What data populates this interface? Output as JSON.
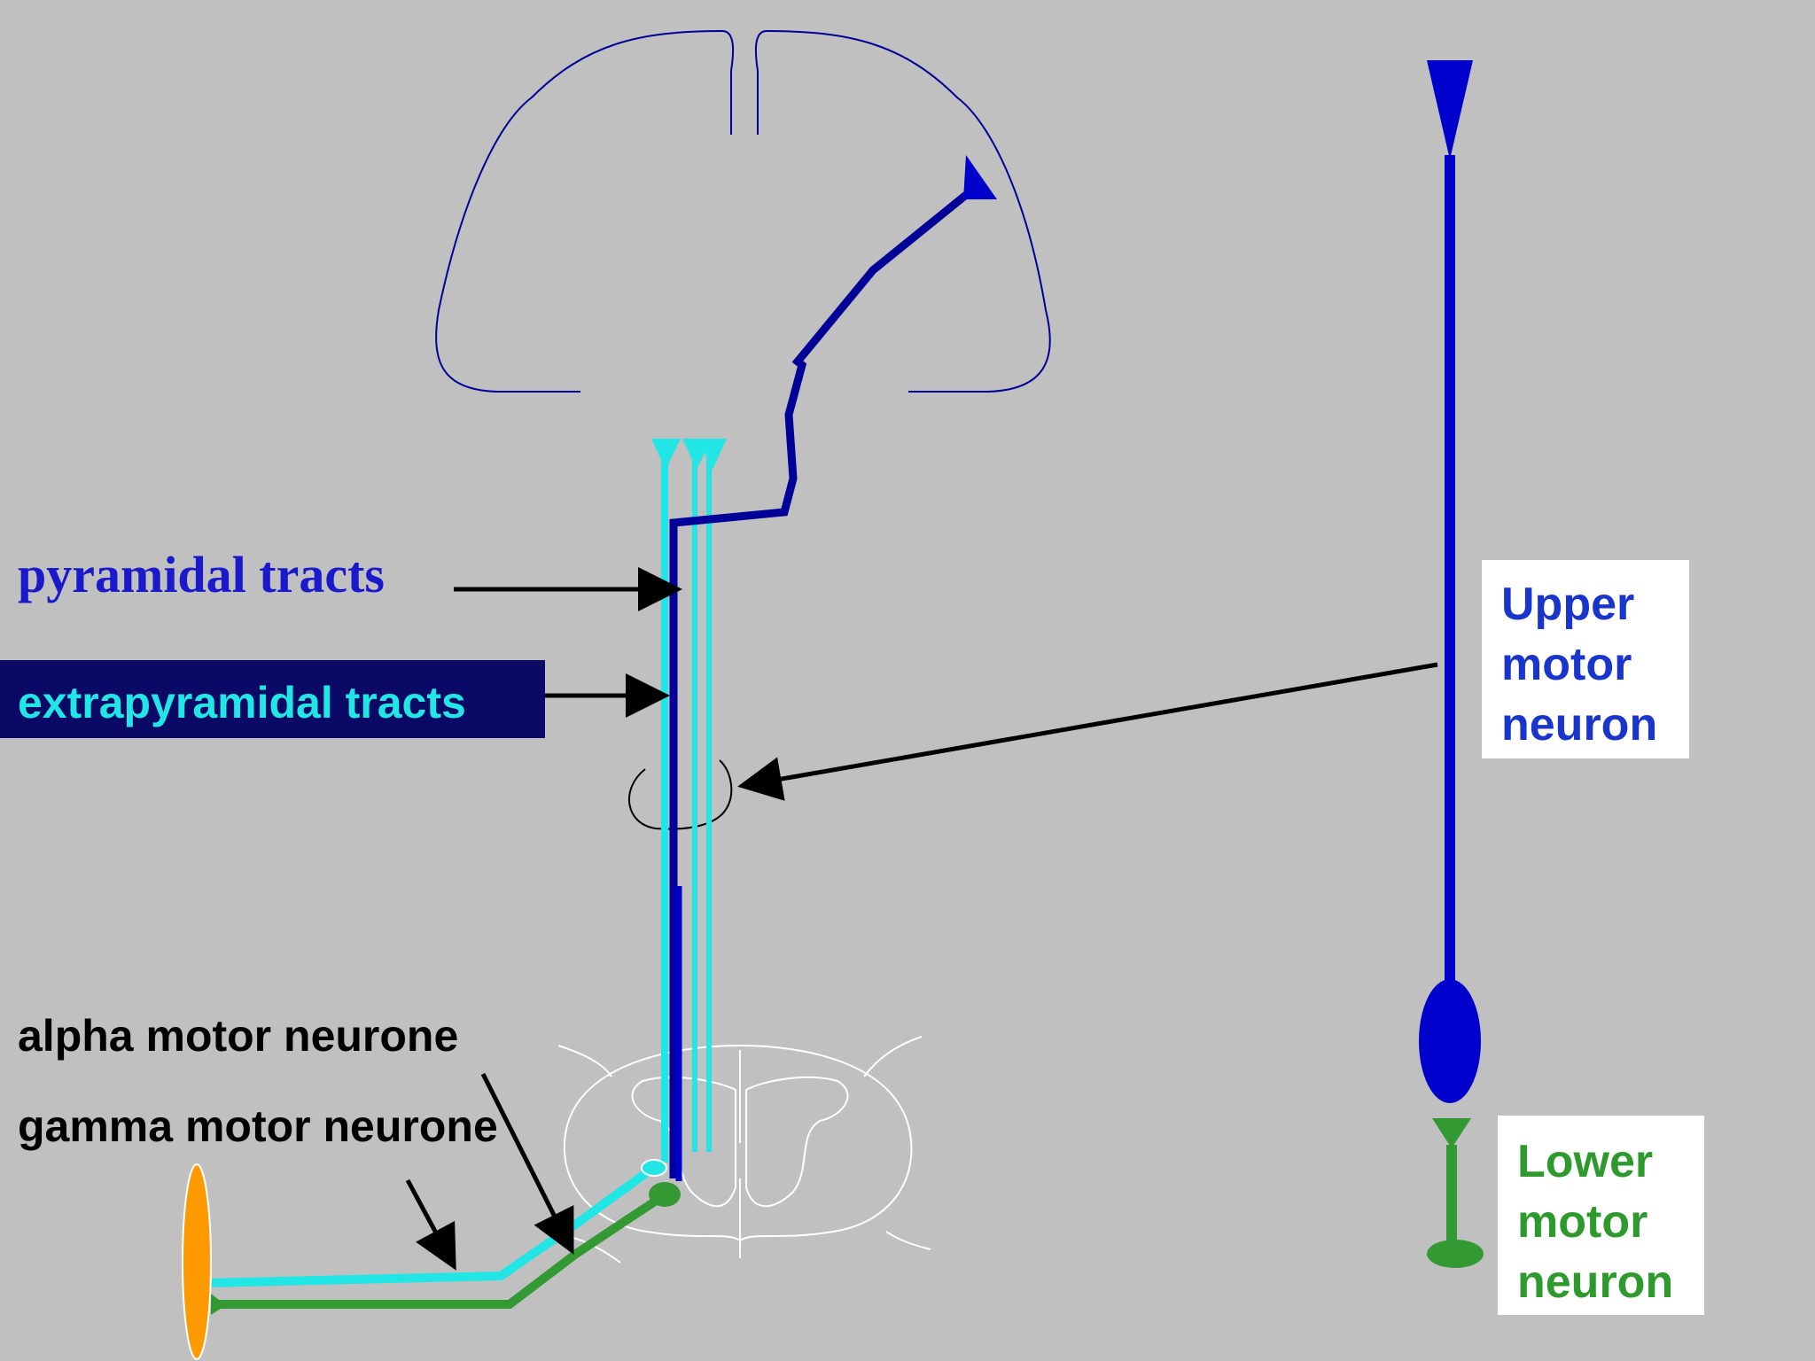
{
  "labels": {
    "pyramidal": "pyramidal tracts",
    "extrapyramidal": "extrapyramidal tracts",
    "alpha": "alpha motor neurone",
    "gamma": "gamma motor neurone"
  },
  "upper_motor_neuron": {
    "lines": [
      "Upper",
      "motor",
      "neuron"
    ]
  },
  "lower_motor_neuron": {
    "lines": [
      "Lower",
      "motor",
      "neuron"
    ]
  },
  "colors": {
    "background": "#c0c0c0",
    "pyramidal": "#000099",
    "upper_neuron": "#0000cc",
    "extrapyramidal": "#22e5e5",
    "lower_neuron": "#339933",
    "muscle": "#ff9900",
    "arrow": "#000000",
    "outline": "#ffffff"
  }
}
